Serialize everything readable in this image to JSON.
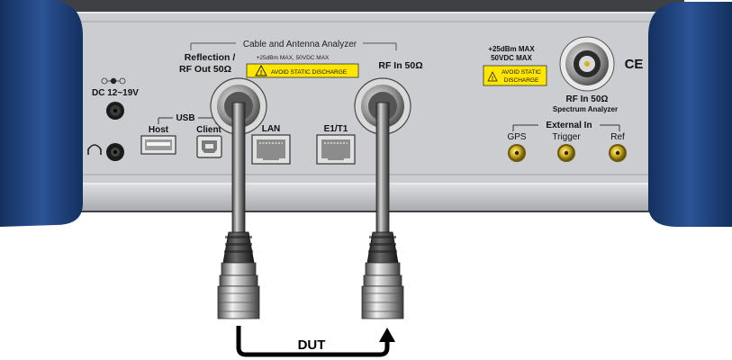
{
  "panel": {
    "section_title": "Cable and Antenna Analyzer",
    "reflection_label_line1": "Reflection /",
    "reflection_label_line2": "RF Out 50Ω",
    "max_rating_small": "+25dBm MAX, 50VDC MAX",
    "static_warning": "AVOID STATIC DISCHARGE",
    "rf_in_label": "RF In 50Ω",
    "dc_label": "DC 12~19V",
    "usb_label": "USB",
    "host_label": "Host",
    "client_label": "Client",
    "lan_label": "LAN",
    "e1t1_label": "E1/T1",
    "sa_max_line1": "+25dBm MAX",
    "sa_max_line2": "50VDC MAX",
    "sa_static_line1": "AVOID STATIC",
    "sa_static_line2": "DISCHARGE",
    "sa_rf_in_label": "RF In 50Ω",
    "sa_subtitle": "Spectrum Analyzer",
    "ce_mark": "CE",
    "external_in_label": "External In",
    "gps_label": "GPS",
    "trigger_label": "Trigger",
    "ref_label": "Ref"
  },
  "diagram": {
    "dut_label": "DUT"
  },
  "colors": {
    "bumper": "#1f3f78",
    "panel": "#c9cbcf",
    "warning_yellow": "#ffe600",
    "gold": "#d4b21c"
  }
}
